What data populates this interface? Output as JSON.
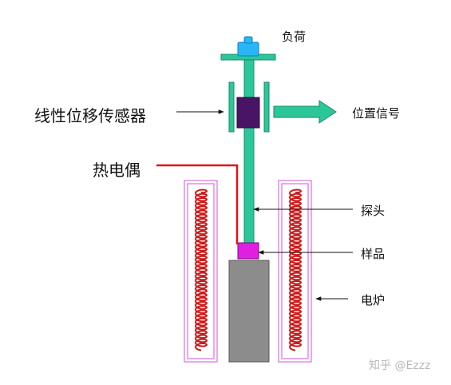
{
  "labels": {
    "load": "负荷",
    "sensor": "线性位移传感器",
    "position_signal": "位置信号",
    "thermocouple": "热电偶",
    "probe": "探头",
    "sample": "样品",
    "furnace": "电炉"
  },
  "watermark": "知乎 @Ezzz",
  "colors": {
    "probe_rod": "#2bc79a",
    "load_block": "#29b6f6",
    "sensor_core": "#4a1466",
    "sample": "#e020e0",
    "holder": "#8c8c8c",
    "furnace_frame": "#e08ce8",
    "heating_coil": "#cc1a1a",
    "thermocouple_wire": "#e01414"
  },
  "icons": [
    "arrow-right-icon",
    "pointer-arrow-icon",
    "coil-icon"
  ]
}
